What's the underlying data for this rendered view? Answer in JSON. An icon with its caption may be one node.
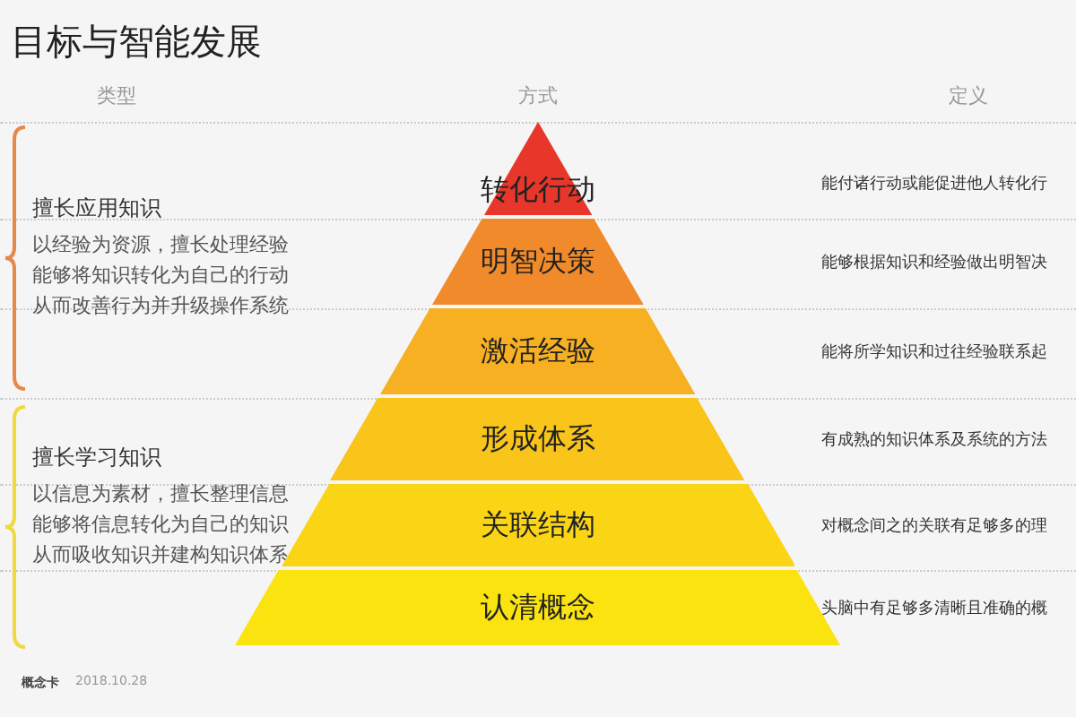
{
  "diagram": {
    "title": "目标与智能发展",
    "nodes": [
      {
        "text": [
          "转化行动"
        ]
      },
      {
        "text": [
          "明智决策"
        ]
      },
      {
        "text": [
          "激活经验"
        ]
      },
      {
        "text": [
          "形成体系"
        ]
      },
      {
        "text": [
          "关联结构"
        ]
      },
      {
        "text": [
          "认清概念"
        ]
      }
    ],
    "edges": [],
    "labels": [
      "类型",
      "方式",
      "定义",
      "擅长应用知识",
      "以经验为资源，擅长处理经验能够将知识转化为自己的行动从而改善行为并升级操作系统",
      "擅长学习知识",
      "以信息为素材，擅长整理信息能够将信息转化为自己的知识从而吸收知识并建构知识体系",
      "能付诸行动或能促进他人转化行",
      "能够根据知识和经验做出明智决",
      "能将所学知识和过往经验联系起",
      "有成熟的知识体系及系统的方法",
      "对概念间之的关联有足够多的理",
      "头脑中有足够多清晰且准确的概",
      "概念卡",
      "2018.10.28"
    ]
  }
}
